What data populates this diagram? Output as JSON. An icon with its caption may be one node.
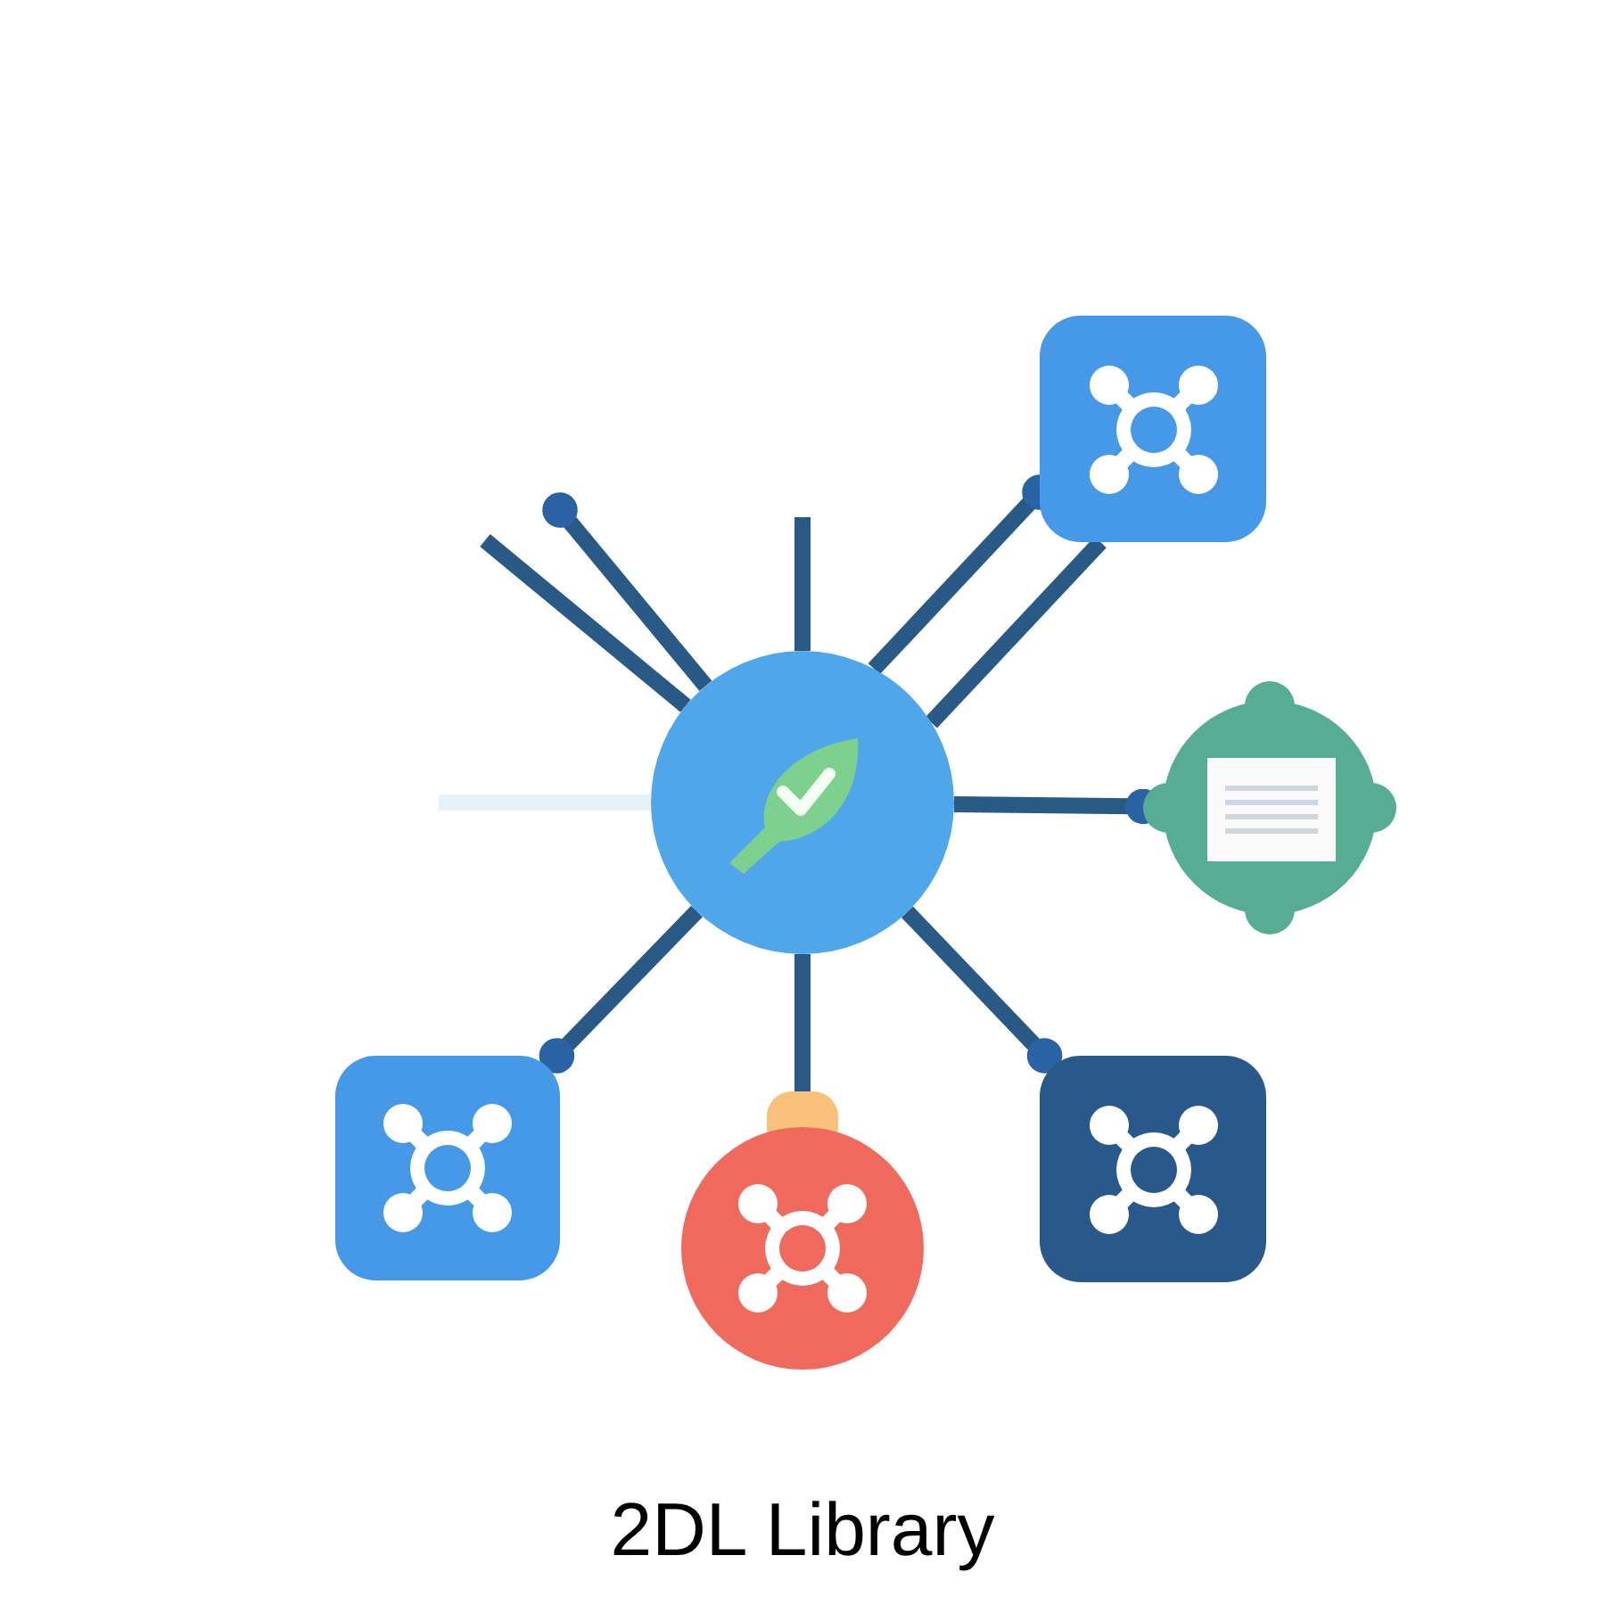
{
  "diagram": {
    "caption": "2DL Library",
    "nodes": [
      {
        "text": [],
        "shape": "circle"
      },
      {
        "text": [],
        "shape": "box"
      },
      {
        "text": [],
        "shape": "circle"
      },
      {
        "text": [],
        "shape": "box"
      },
      {
        "text": [],
        "shape": "circle"
      },
      {
        "text": [],
        "shape": "box"
      }
    ],
    "edges": [
      {
        "from": 0,
        "to": 1,
        "arrow": "other"
      },
      {
        "from": 0,
        "to": 1,
        "arrow": "none"
      },
      {
        "from": 0,
        "to": 2,
        "arrow": "other"
      },
      {
        "from": 0,
        "to": 3,
        "arrow": "other"
      },
      {
        "from": 0,
        "to": 4,
        "arrow": "none"
      },
      {
        "from": 0,
        "to": 5,
        "arrow": "other"
      },
      {
        "from": 0,
        "to": null,
        "arrow": "none"
      },
      {
        "from": 0,
        "to": null,
        "arrow": "other"
      },
      {
        "from": 0,
        "to": null,
        "arrow": "none"
      },
      {
        "from": 0,
        "to": null,
        "arrow": "none",
        "color": "#e8f1f8"
      }
    ]
  }
}
